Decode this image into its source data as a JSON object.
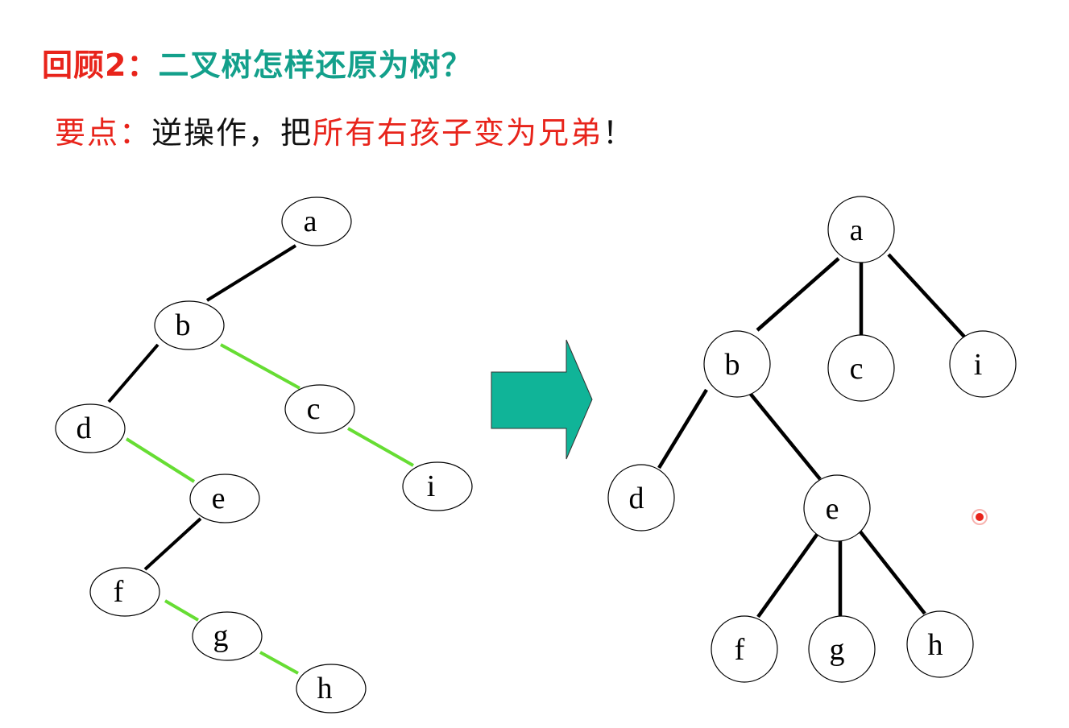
{
  "heading": {
    "prefix": "回顾2：",
    "question": "二叉树怎样还原为树？"
  },
  "subheading": {
    "label": "要点：",
    "text_before": "逆操作，把",
    "highlight": "所有右孩子变为兄弟",
    "text_after": "！"
  },
  "colors": {
    "title_red": "#e8241b",
    "title_teal": "#13a08b",
    "arrow_fill": "#10b498",
    "sibling_edge": "#66dd33",
    "tree_edge": "#000000",
    "pointer_dot": "#e8241b"
  },
  "binary_tree": {
    "nodes": [
      {
        "id": "a",
        "label": "a"
      },
      {
        "id": "b",
        "label": "b"
      },
      {
        "id": "c",
        "label": "c"
      },
      {
        "id": "d",
        "label": "d"
      },
      {
        "id": "e",
        "label": "e"
      },
      {
        "id": "i",
        "label": "i"
      },
      {
        "id": "f",
        "label": "f"
      },
      {
        "id": "g",
        "label": "g"
      },
      {
        "id": "h",
        "label": "h"
      }
    ],
    "edges": [
      {
        "from": "a",
        "to": "b",
        "kind": "left-child"
      },
      {
        "from": "b",
        "to": "c",
        "kind": "right-child"
      },
      {
        "from": "b",
        "to": "d",
        "kind": "left-child"
      },
      {
        "from": "c",
        "to": "i",
        "kind": "right-child"
      },
      {
        "from": "d",
        "to": "e",
        "kind": "right-child"
      },
      {
        "from": "e",
        "to": "f",
        "kind": "left-child"
      },
      {
        "from": "f",
        "to": "g",
        "kind": "right-child"
      },
      {
        "from": "g",
        "to": "h",
        "kind": "right-child"
      }
    ]
  },
  "arrow_icon": "right-arrow-icon",
  "general_tree": {
    "nodes": [
      {
        "id": "a",
        "label": "a"
      },
      {
        "id": "b",
        "label": "b"
      },
      {
        "id": "c",
        "label": "c"
      },
      {
        "id": "i",
        "label": "i"
      },
      {
        "id": "d",
        "label": "d"
      },
      {
        "id": "e",
        "label": "e"
      },
      {
        "id": "f",
        "label": "f"
      },
      {
        "id": "g",
        "label": "g"
      },
      {
        "id": "h",
        "label": "h"
      }
    ],
    "edges": [
      {
        "from": "a",
        "to": "b"
      },
      {
        "from": "a",
        "to": "c"
      },
      {
        "from": "a",
        "to": "i"
      },
      {
        "from": "b",
        "to": "d"
      },
      {
        "from": "b",
        "to": "e"
      },
      {
        "from": "e",
        "to": "f"
      },
      {
        "from": "e",
        "to": "g"
      },
      {
        "from": "e",
        "to": "h"
      }
    ]
  }
}
